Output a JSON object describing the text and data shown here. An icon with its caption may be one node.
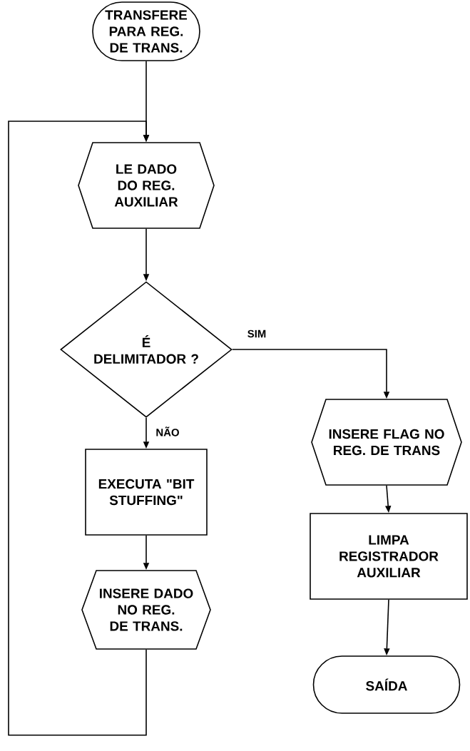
{
  "diagram": {
    "nodes": [
      {
        "text": [
          "TRANSFERE PARA REG. DE TRANS."
        ]
      },
      {
        "text": [
          "LE DADO DO REG. AUXILIAR"
        ]
      },
      {
        "text": [
          "É DELIMITADOR ?"
        ]
      },
      {
        "text": [
          "EXECUTA \"BIT STUFFING\""
        ]
      },
      {
        "text": [
          "INSERE DADO NO REG. DE TRANS."
        ]
      },
      {
        "text": [
          "INSERE FLAG NO REG. DE TRANS"
        ]
      },
      {
        "text": [
          "LIMPA REGISTRADOR AUXILIAR"
        ]
      },
      {
        "text": [
          "SAÍDA"
        ]
      }
    ],
    "edges": [
      {
        "from": 0,
        "to": 1,
        "arrow": "to"
      },
      {
        "from": 1,
        "to": 2,
        "arrow": "to"
      },
      {
        "from": 2,
        "to": 3,
        "arrow": "to",
        "label": "NÃO"
      },
      {
        "from": 2,
        "to": 5,
        "arrow": "to",
        "label": "SIM"
      },
      {
        "from": 3,
        "to": 4,
        "arrow": "to"
      },
      {
        "from": 4,
        "to": 1,
        "arrow": "to"
      },
      {
        "from": 5,
        "to": 6,
        "arrow": "to"
      },
      {
        "from": 6,
        "to": 7,
        "arrow": "to"
      }
    ]
  }
}
